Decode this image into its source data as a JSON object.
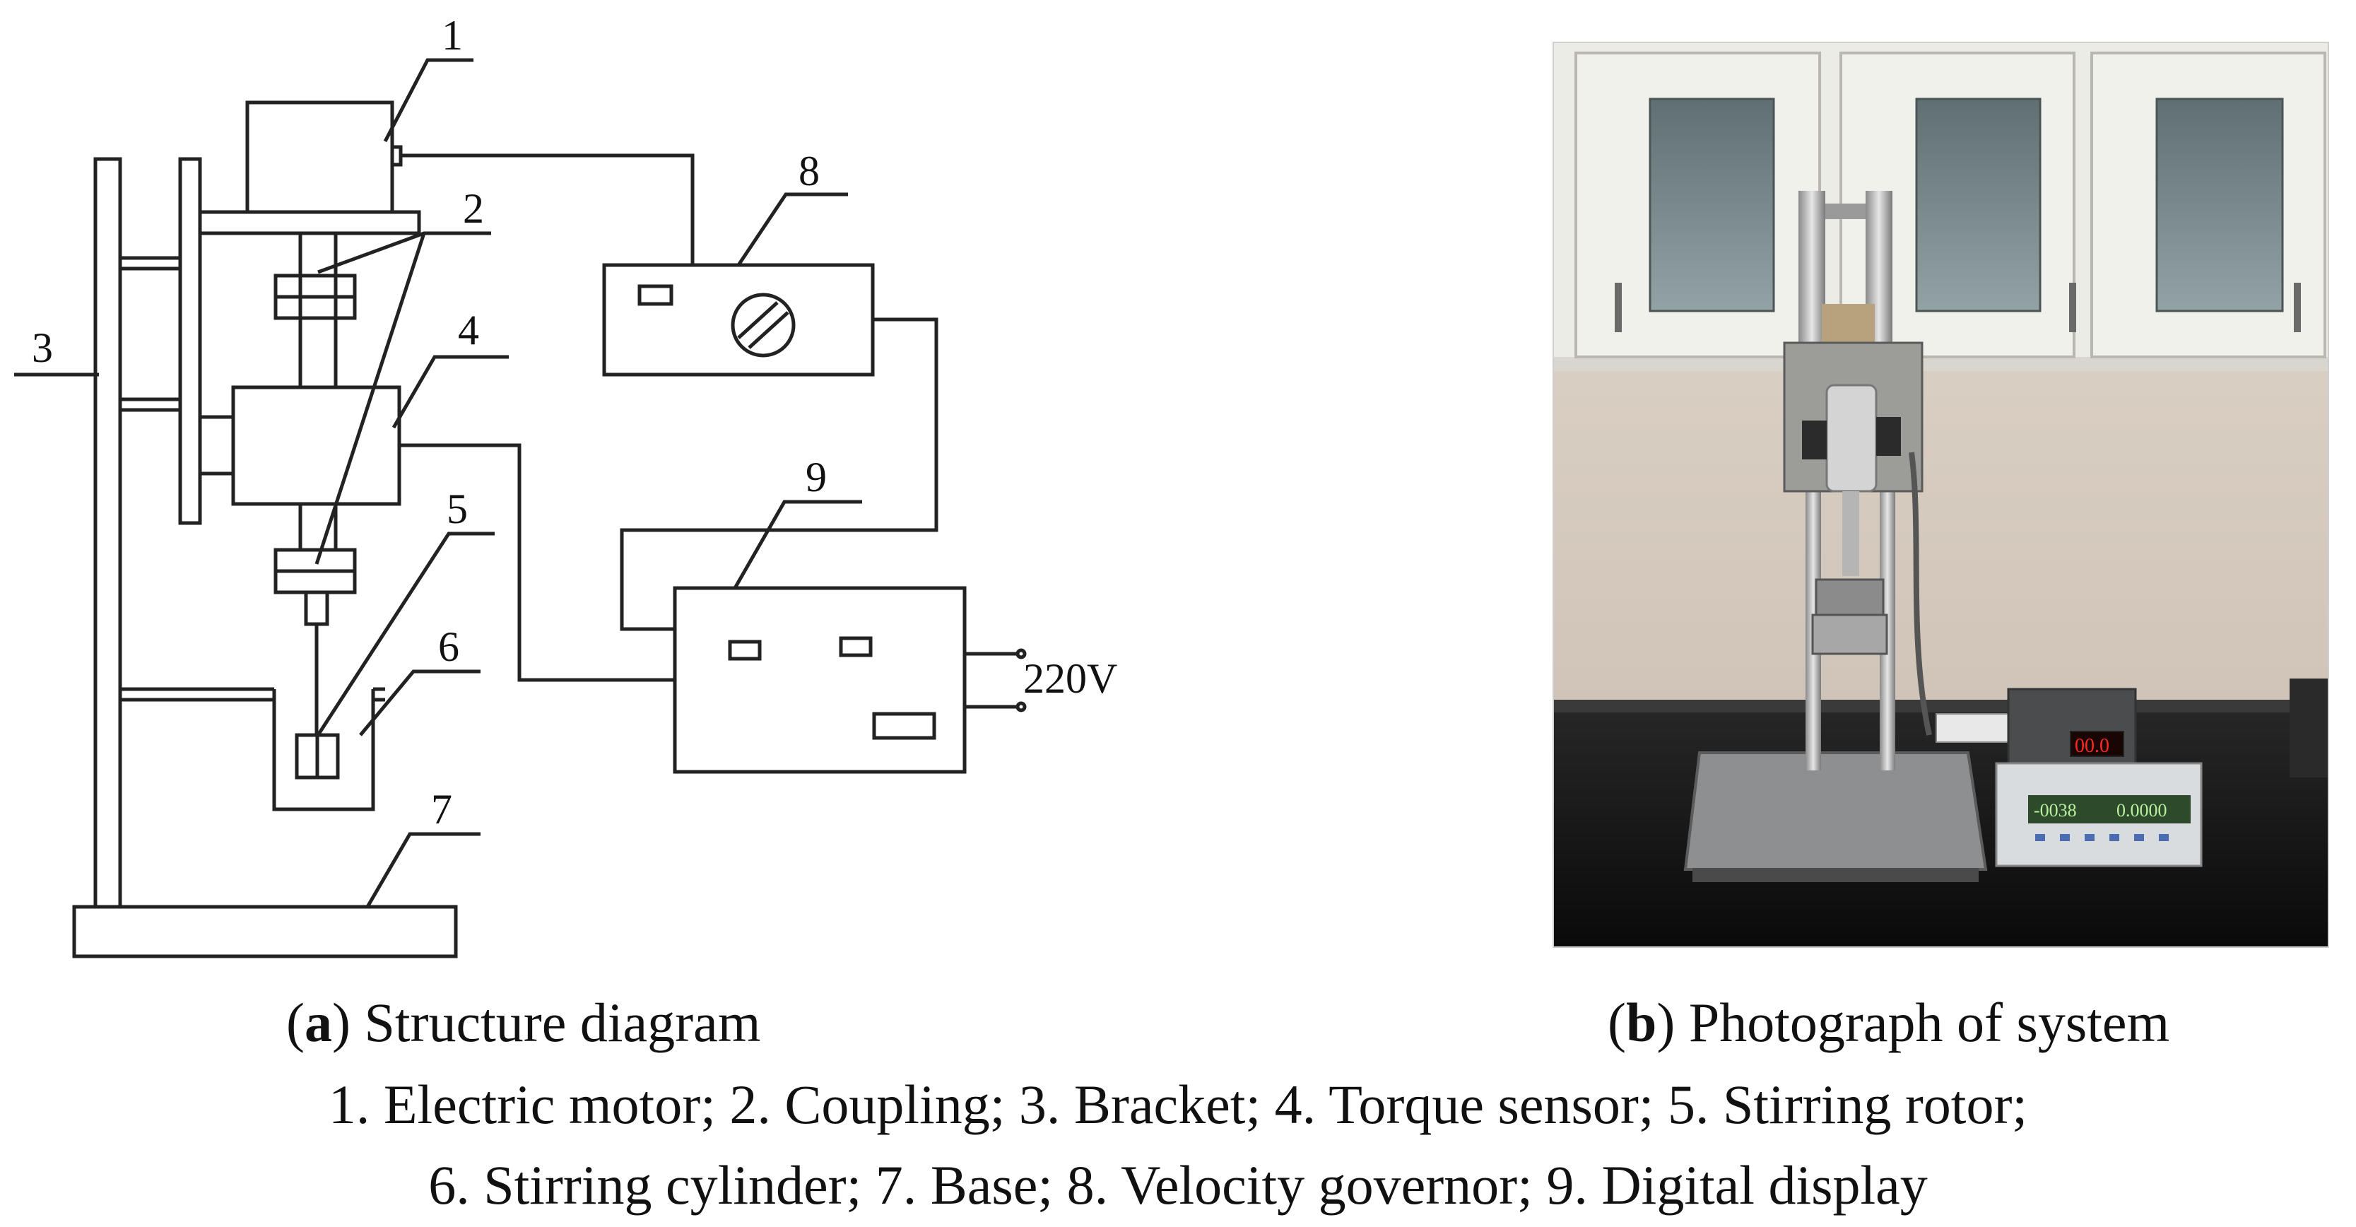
{
  "diagram": {
    "part_numbers": [
      "1",
      "2",
      "3",
      "4",
      "5",
      "6",
      "7",
      "8",
      "9"
    ],
    "voltage_label": "220V",
    "digital_readout_red": "00.0",
    "digital_readout_left": "-0038",
    "digital_readout_right": "0.0000"
  },
  "captions": {
    "a_letter": "a",
    "a_text": "Structure diagram",
    "b_letter": "b",
    "b_text": "Photograph of system"
  },
  "legend": {
    "line1": "1. Electric motor; 2. Coupling; 3. Bracket; 4. Torque sensor; 5. Stirring rotor;",
    "line2": "6. Stirring cylinder; 7. Base; 8. Velocity governor; 9. Digital display"
  },
  "colors": {
    "line": "#222222",
    "cabinet": "#e9e9e4",
    "wall": "#d9cfc3",
    "bench": "#141414",
    "display_red": "#ff2a1a",
    "display_green": "#b8f0a0"
  }
}
